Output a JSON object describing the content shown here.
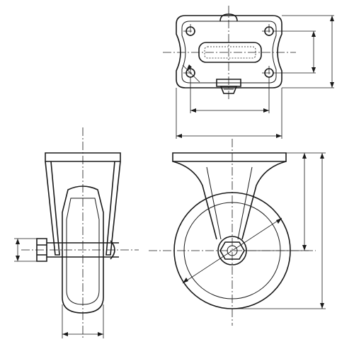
{
  "drawing": {
    "views": [
      "top-view",
      "side-view",
      "front-view"
    ],
    "line_color": "#1a1a1a",
    "background": "#ffffff"
  }
}
